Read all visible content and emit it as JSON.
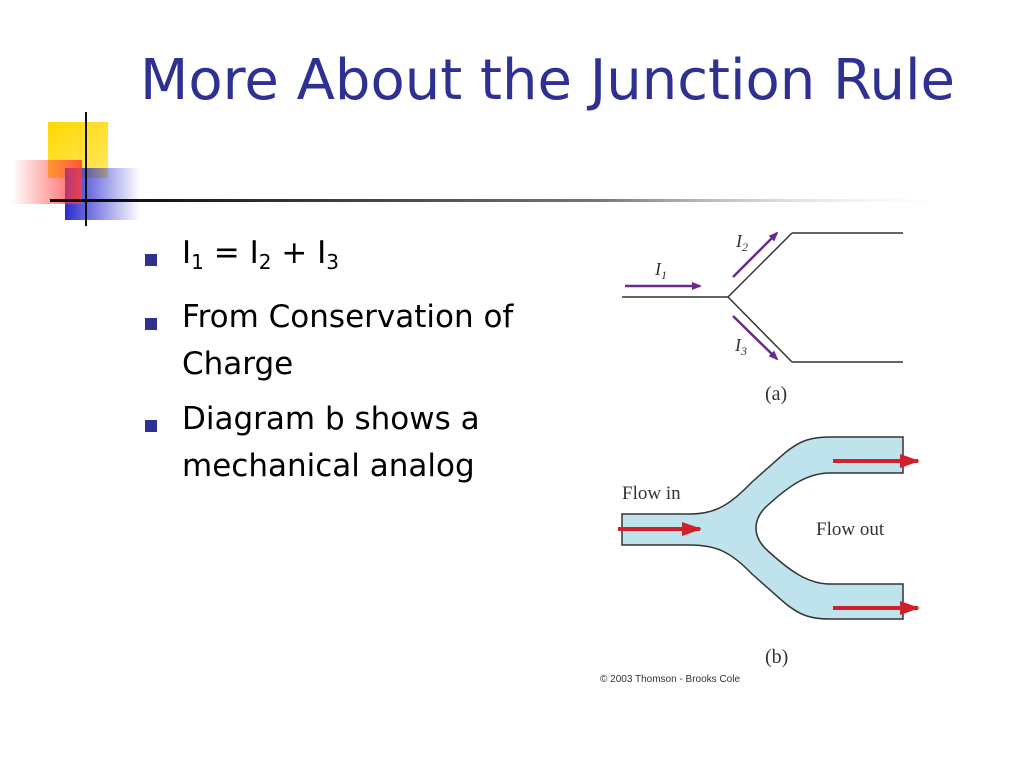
{
  "slide": {
    "title": "More About the Junction Rule",
    "bullets": [
      {
        "parts": [
          "I",
          "1",
          " = I",
          "2",
          " + I",
          "3"
        ]
      },
      {
        "text": "From Conservation of Charge"
      },
      {
        "text": "Diagram b shows a mechanical analog"
      }
    ]
  },
  "figure_a": {
    "label": "(a)",
    "i1_letter": "I",
    "i1_sub": "1",
    "i2_letter": "I",
    "i2_sub": "2",
    "i3_letter": "I",
    "i3_sub": "3"
  },
  "figure_b": {
    "label": "(b)",
    "flow_in": "Flow in",
    "flow_out": "Flow out"
  },
  "copyright": "© 2003 Thomson - Brooks Cole",
  "colors": {
    "title": "#2E3192",
    "arrow_purple": "#6A2A8C",
    "arrow_red": "#D0202C",
    "pipe_fill": "#BFE3EC",
    "deco_yellow": "#FFD700",
    "deco_blue": "#2A2AD0",
    "deco_red": "#FF3B3B"
  }
}
